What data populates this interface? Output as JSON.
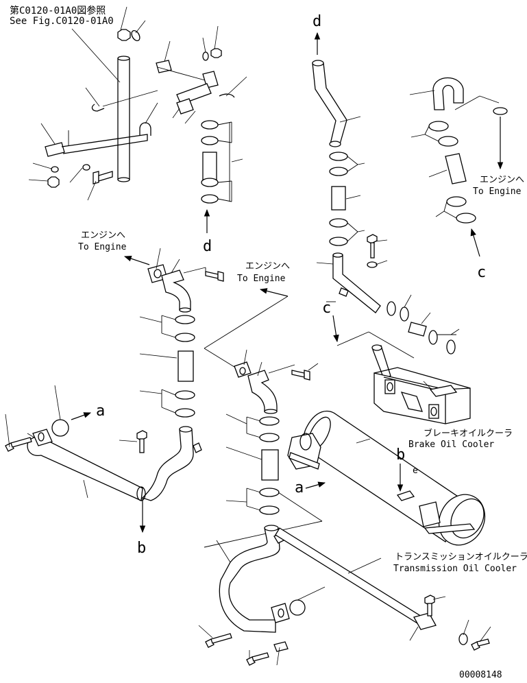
{
  "labels": {
    "see_fig_jp": "第C0120-01A0図参照",
    "see_fig_en": "See Fig.C0120-01A0",
    "to_engine_jp": "エンジンへ",
    "to_engine_en": "To Engine",
    "brake_cooler_jp": "ブレーキオイルクーラ",
    "brake_cooler_en": "Brake Oil Cooler",
    "trans_cooler_jp": "トランスミッションオイルクーラ",
    "trans_cooler_en": "Transmission Oil Cooler",
    "ref_a": "a",
    "ref_b": "b",
    "ref_c": "c",
    "ref_d": "d",
    "small_e": "e",
    "drawing_number": "00008148"
  }
}
